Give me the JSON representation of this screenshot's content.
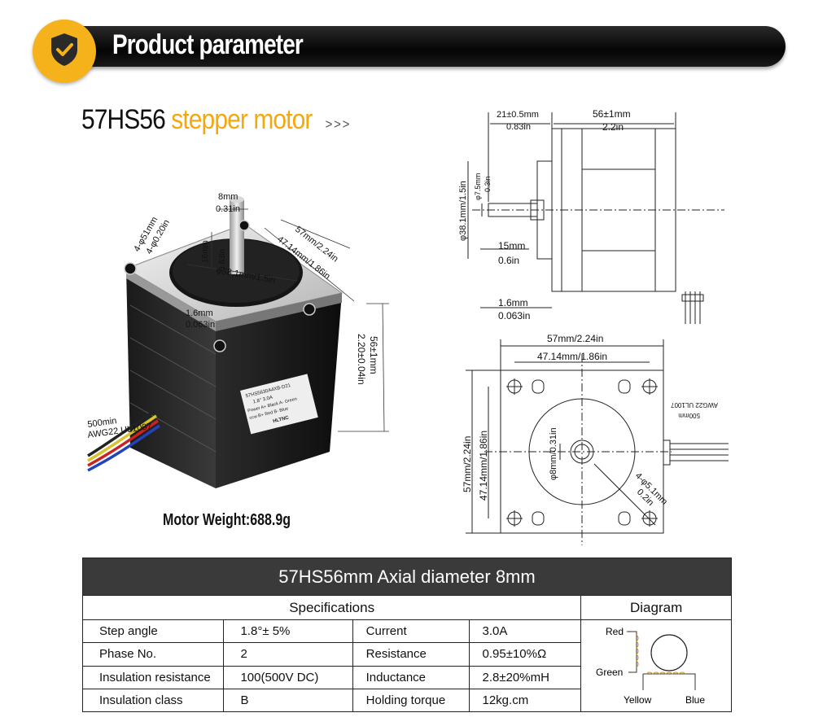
{
  "header": {
    "title": "Product parameter",
    "badge_icon": "shield-check-icon",
    "badge_color": "#f5b21b"
  },
  "product": {
    "model": "57HS56",
    "type": "stepper motor",
    "arrows": ">>>",
    "weight": "Motor Weight:688.9g"
  },
  "photo_labels": {
    "shaft_dia_mm": "8mm",
    "shaft_dia_in": "0.31in",
    "hole_mm": "4-φ51mm",
    "hole_in": "4-φ0.20in",
    "body_mm": "57mm/2.24in",
    "pitch": "47.14mm/1.86in",
    "flat_mm": "16mm",
    "flat_in": "0.63in",
    "boss": "φ38.1mm/1.5in",
    "rim_mm": "1.6mm",
    "rim_in": "0.063in",
    "length_mm": "56±1mm",
    "length_in": "2.20±0.04in",
    "lead_len": "500min",
    "lead_awg": "AWG22 UL1007",
    "label_lines": [
      "57HS5630A4XB-D21",
      "1.8°   3.0A",
      "Power A+ Black  A- Green",
      "ccw  B+ Red   B- Blue",
      "HLTNC"
    ]
  },
  "side_view": {
    "shaft_len_mm": "21±0.5mm",
    "shaft_len_in": "0.83in",
    "body_len_mm": "56±1mm",
    "body_len_in": "2.2in",
    "boss_dia": "φ38.1mm/1.5in",
    "shaft_dia_mm": "φ7.5mm",
    "shaft_dia_in": "0.3in",
    "flat_mm": "15mm",
    "flat_in": "0.6in",
    "rim_mm": "1.6mm",
    "rim_in": "0.063in"
  },
  "front_view": {
    "width": "57mm/2.24in",
    "pitch": "47.14mm/1.86in",
    "height": "57mm/2.24in",
    "pitch_v": "47.14mm/1.86in",
    "shaft": "φ8mm/0.31in",
    "holes_mm": "4-φ5.1mm",
    "holes_in": "0.2in",
    "cable": "AWG22 UL1007",
    "cable_len": "500mm"
  },
  "spec_table": {
    "title": "57HS56mm Axial diameter 8mm",
    "specs_header": "Specifications",
    "diagram_header": "Diagram",
    "rows": [
      [
        "Step angle",
        "1.8°± 5%",
        "Current",
        "3.0A"
      ],
      [
        "Phase No.",
        "2",
        "Resistance",
        "0.95±10%Ω"
      ],
      [
        "Insulation resistance",
        "100(500V  DC)",
        "Inductance",
        "2.8±20%mH"
      ],
      [
        "Insulation class",
        "B",
        "Holding torque",
        "12kg.cm"
      ]
    ],
    "diagram_labels": {
      "red": "Red",
      "green": "Green",
      "yellow": "Yellow",
      "blue": "Blue"
    }
  }
}
